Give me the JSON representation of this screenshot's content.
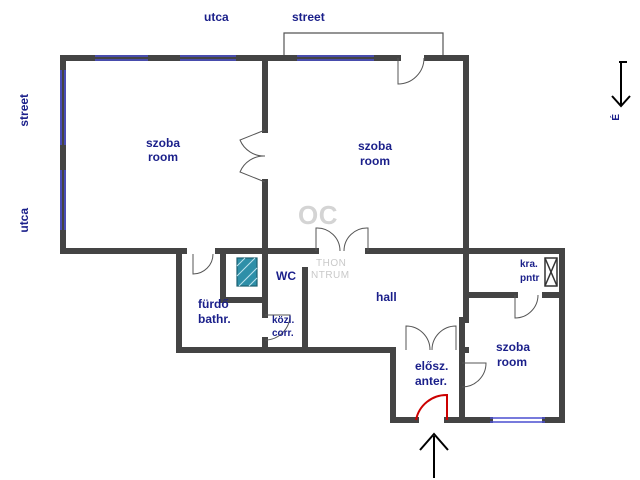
{
  "labels": {
    "top_utca": "utca",
    "top_street": "street",
    "left_street": "street",
    "left_utca": "utca",
    "room1_hu": "szoba",
    "room1_en": "room",
    "room2_hu": "szoba",
    "room2_en": "room",
    "room3_hu": "szoba",
    "room3_en": "room",
    "bath_hu": "fürdő",
    "bath_en": "bathr.",
    "wc": "WC",
    "corr_hu": "közl.",
    "corr_en": "corr.",
    "hall": "hall",
    "ante_hu": "elősz.",
    "ante_en": "anter.",
    "pantry_hu": "kra.",
    "pantry_en": "pntr",
    "north": "É"
  },
  "watermark": {
    "logo": "OC",
    "line1": "THON",
    "line2": "NTRUM"
  },
  "colors": {
    "wall": "#444444",
    "window": "#4a4fd0",
    "door_line": "#555555",
    "entrance_door": "#cc0000",
    "label": "#1a1f8a",
    "shaft": "#2e8fa8"
  }
}
